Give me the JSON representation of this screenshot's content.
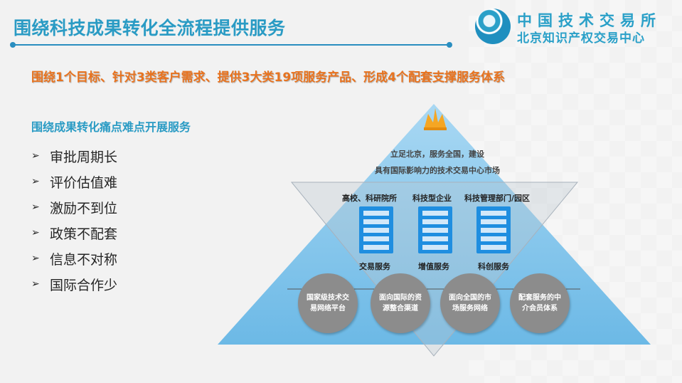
{
  "header": {
    "title": "围绕科技成果转化全流程提供服务",
    "logo_line1": "中国技术交易所",
    "logo_line2": "北京知识产权交易中心"
  },
  "headline": "围绕1个目标、针对3类客户需求、提供3大类19项服务产品、形成4个配套支撑服务体系",
  "pain_points": {
    "title": "围绕成果转化痛点难点开展服务",
    "items": [
      "审批周期长",
      "评价估值难",
      "激励不到位",
      "政策不配套",
      "信息不对称",
      "国际合作少"
    ]
  },
  "pyramid": {
    "goal_line1": "立足北京，服务全国，建设",
    "goal_line2": "具有国际影响力的技术交易中心市场",
    "clients": [
      "高校、科研院所",
      "科技型企业",
      "科技管理部门/园区"
    ],
    "services": [
      "交易服务",
      "增值服务",
      "科创服务"
    ],
    "support_systems": [
      [
        "国家级技术交",
        "易网络平台"
      ],
      [
        "面向国际的资",
        "源整合渠道"
      ],
      [
        "面向全国的市",
        "场服务网络"
      ],
      [
        "配套服务的中",
        "介会员体系"
      ]
    ]
  },
  "colors": {
    "accent": "#2a9bc4",
    "headline": "#e8731f",
    "crown": "#f5a623",
    "triangle": "#7ec3ea"
  },
  "icons": [
    "crown-icon",
    "server-icon",
    "bullet-arrow-icon",
    "logo-mark"
  ]
}
